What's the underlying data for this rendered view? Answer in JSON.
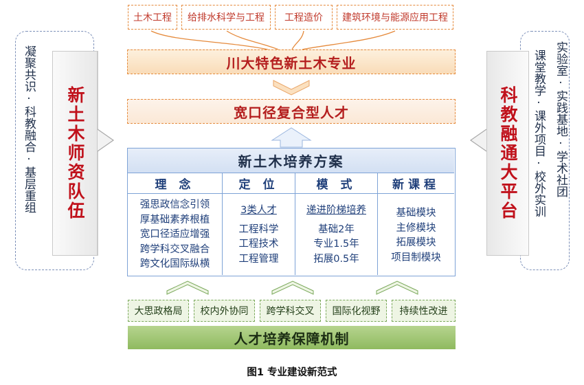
{
  "top_tags": [
    "土木工程",
    "给排水科学与工程",
    "工程造价",
    "建筑环境与能源应用工程"
  ],
  "specialty": "川大特色新土木专业",
  "talent": "宽口径复合型人才",
  "plan": {
    "title": "新土木培养方案",
    "columns": [
      {
        "head": "理 念",
        "lines": [
          "强思政信念引领",
          "厚基础素养根植",
          "宽口径适应增强",
          "跨学科交叉融合",
          "跨文化国际纵横"
        ]
      },
      {
        "head": "定 位",
        "lines": [
          "3类人才",
          "工程科学",
          "工程技术",
          "工程管理"
        ]
      },
      {
        "head": "模 式",
        "lines": [
          "递进阶梯培养",
          "基础2年",
          "专业1.5年",
          "拓展0.5年"
        ]
      },
      {
        "head": "新课程",
        "lines": [
          "基础模块",
          "主修模块",
          "拓展模块",
          "项目制模块"
        ]
      }
    ]
  },
  "bottom_tags": [
    "大思政格局",
    "校内外协同",
    "跨学科交叉",
    "国际化视野",
    "持续性改进"
  ],
  "mechanism": "人才培养保障机制",
  "left": {
    "outer_text": "凝聚共识·科教融合·基层重组",
    "title": "新土木师资队伍"
  },
  "right": {
    "title": "科教融通大平台",
    "outer_col1": "实验室·实践基地·学术社团",
    "outer_col2": "课堂教学·课外项目·校外实训"
  },
  "caption": "图1  专业建设新范式",
  "colors": {
    "orange": "#e58a3c",
    "red": "#c0111b",
    "blue": "#7da2d6",
    "green": "#8fba5f"
  }
}
